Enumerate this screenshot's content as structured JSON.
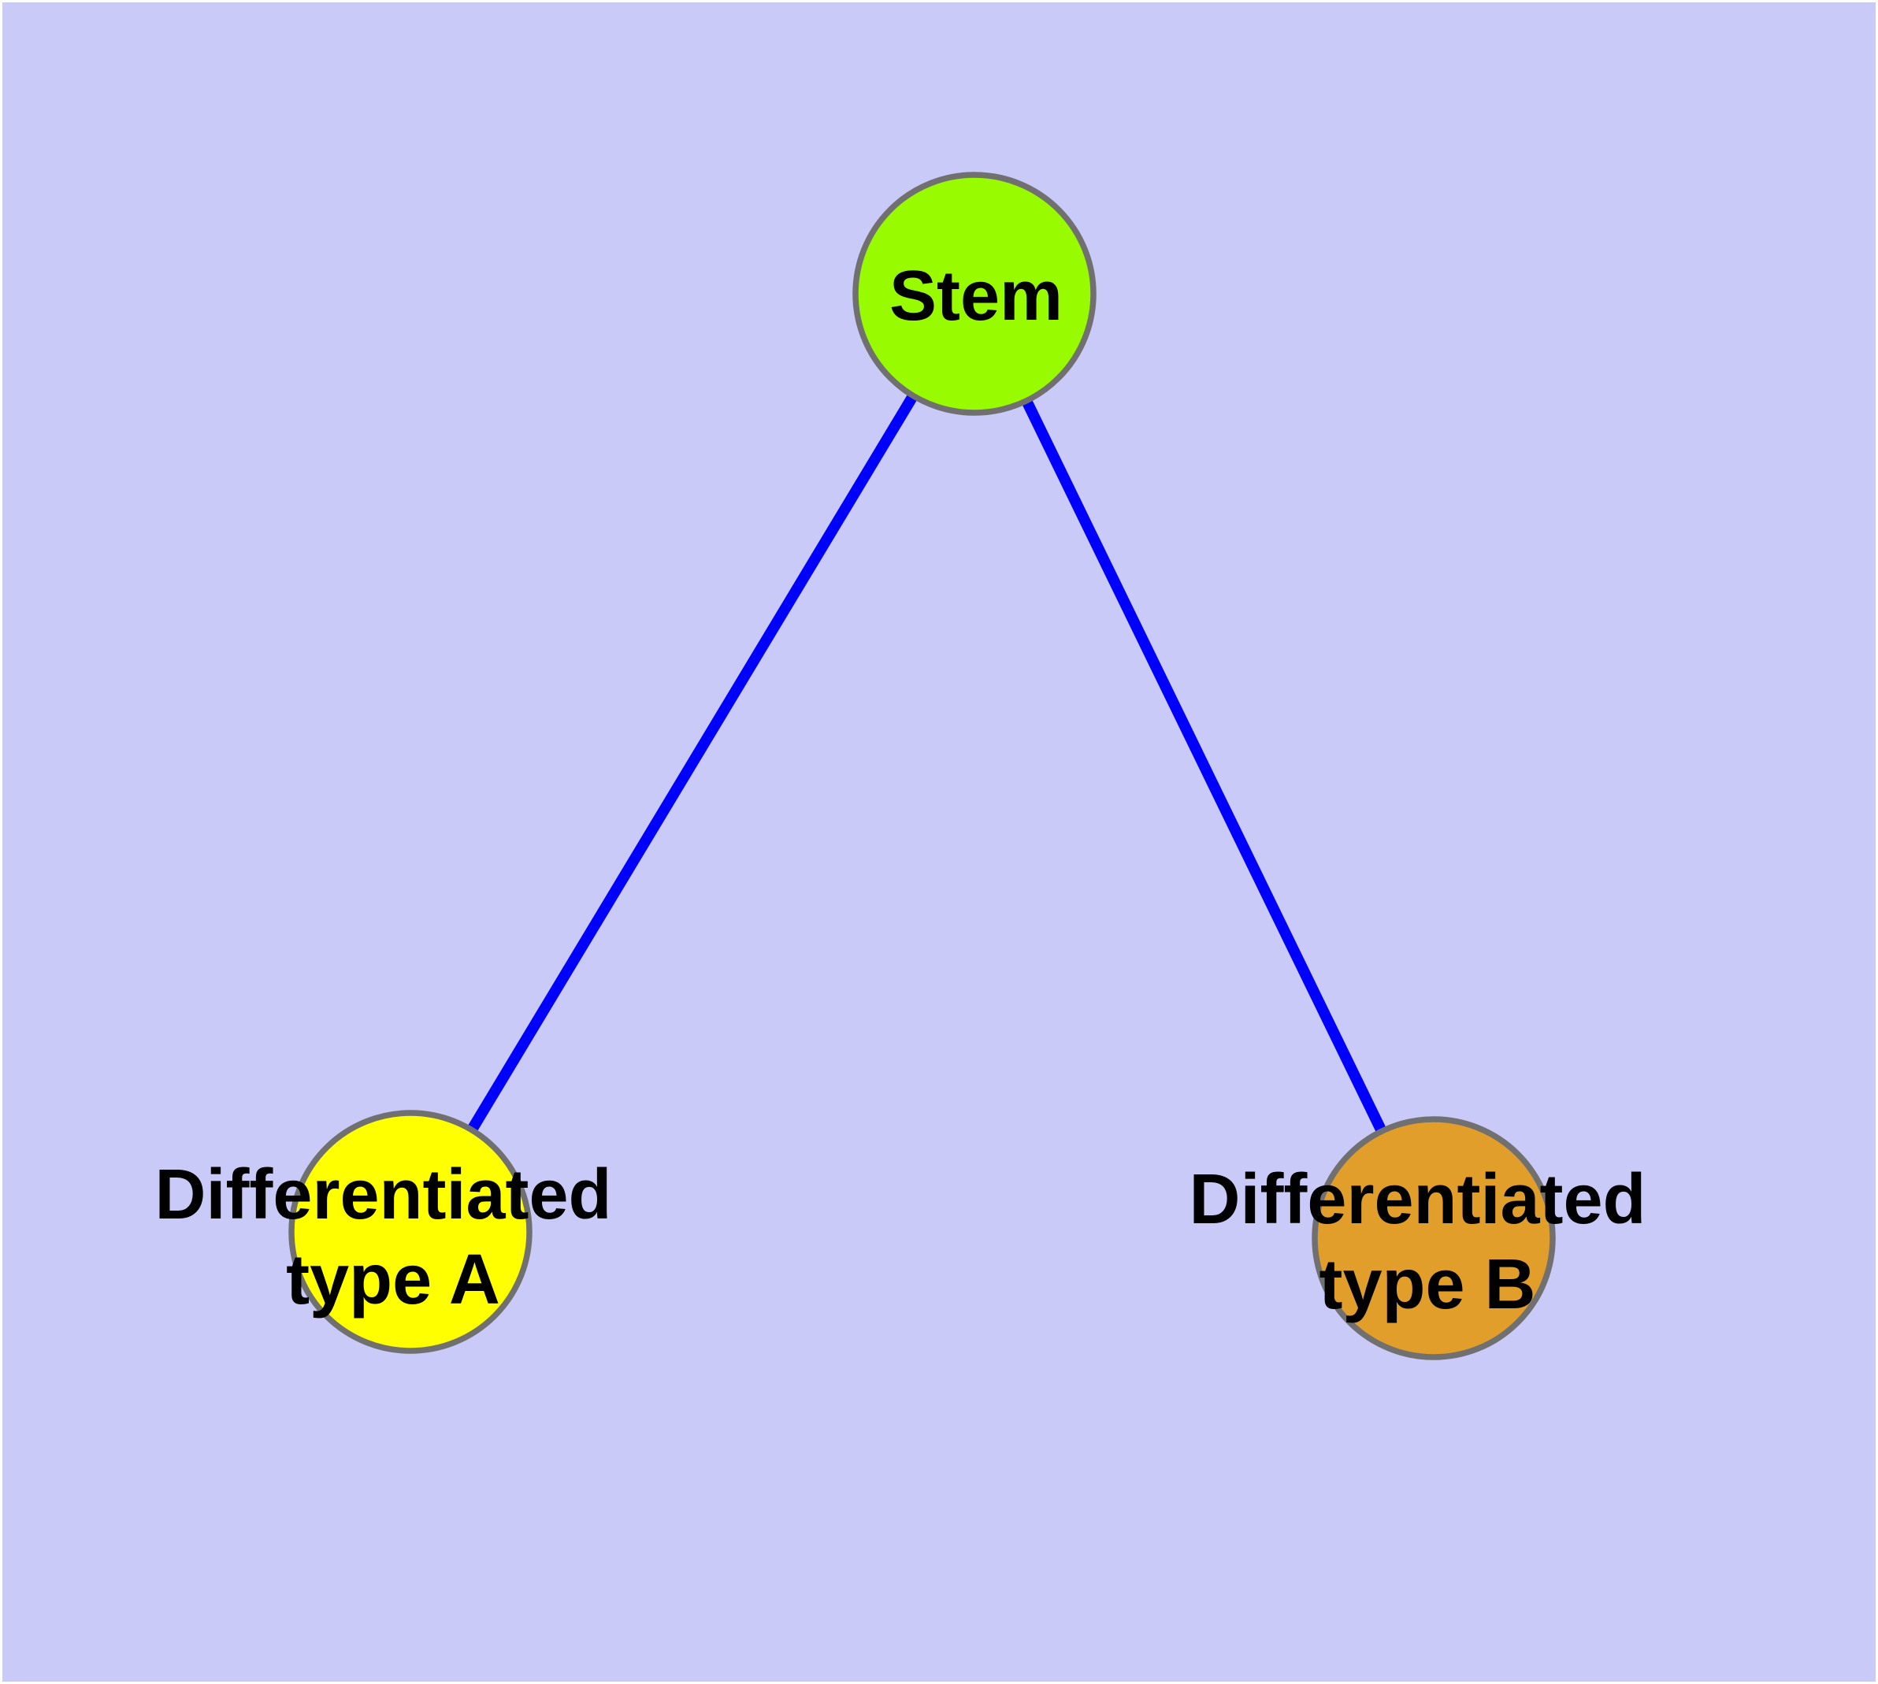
{
  "diagram": {
    "type": "graph",
    "title": "",
    "canvas_color": "#CACAF8",
    "page_border_color": "#FFFFFF",
    "edge_color": "#0000FF",
    "node_border_color": "#707070",
    "label_color": "#000000",
    "nodes": [
      {
        "id": "stem",
        "label": "Stem",
        "lines": [
          "Stem"
        ],
        "fill": "#99FB00"
      },
      {
        "id": "differentiated-type-a",
        "label": "Differentiated type A",
        "lines": [
          "Differentiated",
          "type A"
        ],
        "fill": "#FFFF00"
      },
      {
        "id": "differentiated-type-b",
        "label": "Differentiated type B",
        "lines": [
          "Differentiated",
          "type B"
        ],
        "fill": "#E29E2A"
      }
    ],
    "edges": [
      {
        "from": "Stem",
        "to": "Differentiated type A"
      },
      {
        "from": "Stem",
        "to": "Differentiated type B"
      }
    ]
  }
}
